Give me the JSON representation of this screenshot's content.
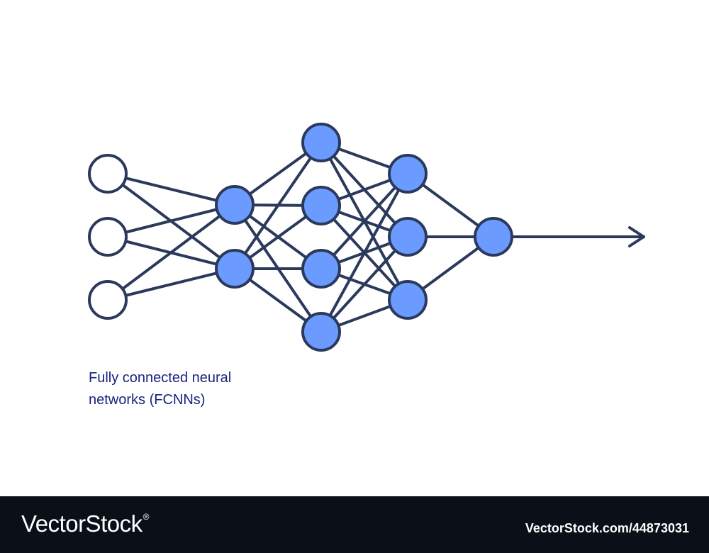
{
  "caption": {
    "line1": "Fully connected neural",
    "line2": "networks (FCNNs)"
  },
  "footer": {
    "brand": "VectorStock",
    "brand_mark": "®",
    "image_ref": "VectorStock.com/44873031"
  },
  "network": {
    "layers": [
      3,
      2,
      4,
      3,
      1
    ],
    "output_arrow": true,
    "colors": {
      "stroke": "#2b3a5c",
      "input_fill": "#ffffff",
      "node_fill": "#6b9bff",
      "footer_bg": "#0a0f18",
      "caption_text": "#1a237e"
    }
  }
}
